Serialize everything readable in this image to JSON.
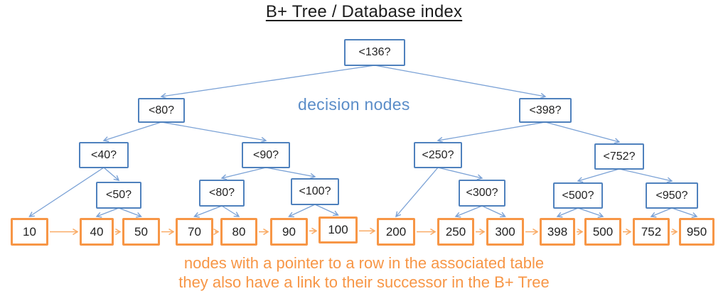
{
  "title": "B+ Tree / Database index",
  "annotations": {
    "decision_nodes_label": "decision nodes",
    "caption_line1": "nodes with a pointer to a row in the associated table",
    "caption_line2": "they also have a link to their successor in the B+ Tree"
  },
  "colors": {
    "decision_node_border": "#4f81bd",
    "tree_edge": "#7ba2d6",
    "leaf_node_border": "#f79646",
    "leaf_link_arrow": "#f9ab66",
    "annotation_blue": "#5b8dc8",
    "caption_orange": "#f79646"
  },
  "tree": {
    "decision_nodes": [
      {
        "id": "q136",
        "label": "<136?"
      },
      {
        "id": "q80",
        "label": "<80?"
      },
      {
        "id": "q398",
        "label": "<398?"
      },
      {
        "id": "q40",
        "label": "<40?"
      },
      {
        "id": "q90",
        "label": "<90?"
      },
      {
        "id": "q250",
        "label": "<250?"
      },
      {
        "id": "q752",
        "label": "<752?"
      },
      {
        "id": "q50",
        "label": "<50?"
      },
      {
        "id": "q80b",
        "label": "<80?"
      },
      {
        "id": "q100",
        "label": "<100?"
      },
      {
        "id": "q300",
        "label": "<300?"
      },
      {
        "id": "q500",
        "label": "<500?"
      },
      {
        "id": "q950",
        "label": "<950?"
      }
    ],
    "leaf_nodes": [
      {
        "id": "l10",
        "label": "10"
      },
      {
        "id": "l40",
        "label": "40"
      },
      {
        "id": "l50",
        "label": "50"
      },
      {
        "id": "l70",
        "label": "70"
      },
      {
        "id": "l80",
        "label": "80"
      },
      {
        "id": "l90",
        "label": "90"
      },
      {
        "id": "l100",
        "label": "100"
      },
      {
        "id": "l200",
        "label": "200"
      },
      {
        "id": "l250",
        "label": "250"
      },
      {
        "id": "l300",
        "label": "300"
      },
      {
        "id": "l398",
        "label": "398"
      },
      {
        "id": "l500",
        "label": "500"
      },
      {
        "id": "l752",
        "label": "752"
      },
      {
        "id": "l950",
        "label": "950"
      }
    ],
    "edges": [
      [
        "q136",
        "q80"
      ],
      [
        "q136",
        "q398"
      ],
      [
        "q80",
        "q40"
      ],
      [
        "q80",
        "q90"
      ],
      [
        "q40",
        "l10"
      ],
      [
        "q40",
        "q50"
      ],
      [
        "q50",
        "l40"
      ],
      [
        "q50",
        "l50"
      ],
      [
        "q90",
        "q80b"
      ],
      [
        "q90",
        "q100"
      ],
      [
        "q80b",
        "l70"
      ],
      [
        "q80b",
        "l80"
      ],
      [
        "q100",
        "l90"
      ],
      [
        "q100",
        "l100"
      ],
      [
        "q398",
        "q250"
      ],
      [
        "q398",
        "q752"
      ],
      [
        "q250",
        "l200"
      ],
      [
        "q250",
        "q300"
      ],
      [
        "q300",
        "l250"
      ],
      [
        "q300",
        "l300"
      ],
      [
        "q752",
        "q500"
      ],
      [
        "q752",
        "q950"
      ],
      [
        "q500",
        "l398"
      ],
      [
        "q500",
        "l500"
      ],
      [
        "q950",
        "l752"
      ],
      [
        "q950",
        "l950"
      ]
    ]
  }
}
